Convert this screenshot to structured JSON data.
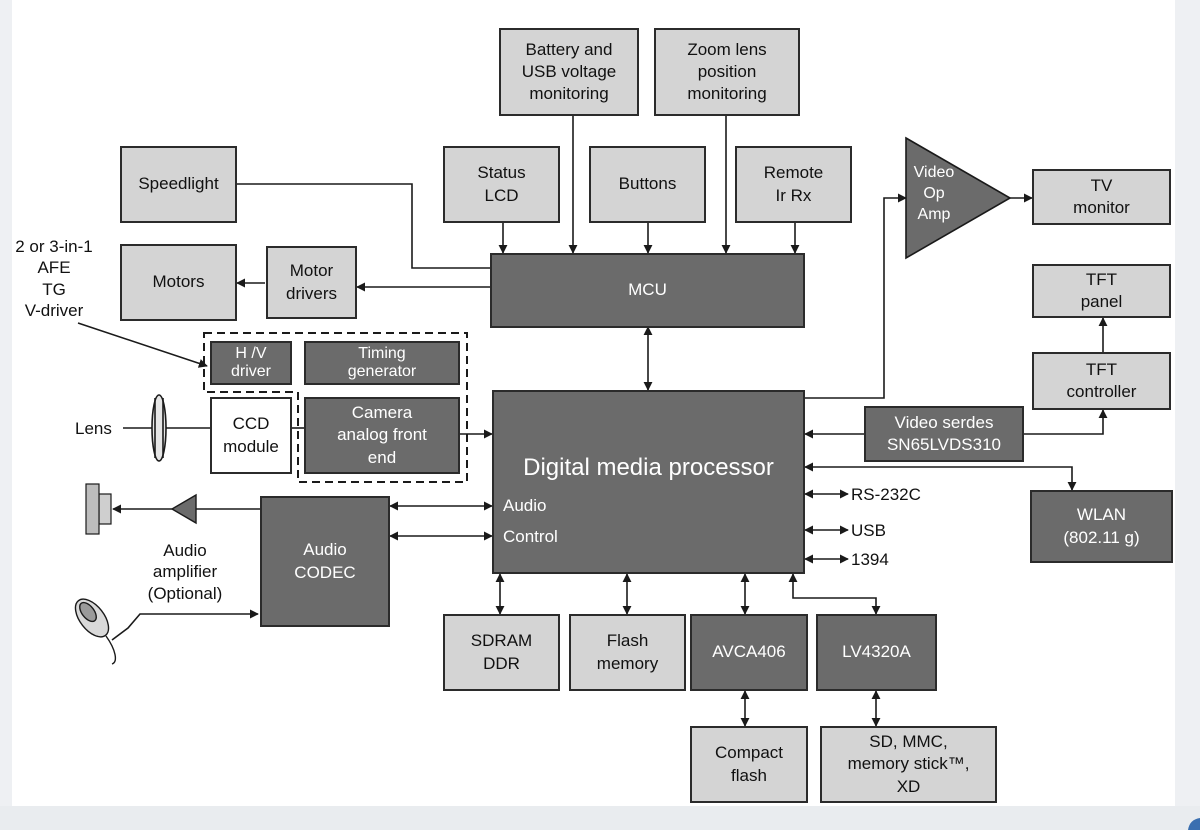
{
  "blocks": {
    "battery": "Battery and\nUSB voltage\nmonitoring",
    "zoom": "Zoom lens\nposition\nmonitoring",
    "status_lcd": "Status\nLCD",
    "buttons": "Buttons",
    "remote": "Remote\nIr Rx",
    "speedlight": "Speedlight",
    "motors": "Motors",
    "motor_drivers": "Motor\ndrivers",
    "mcu": "MCU",
    "hv_driver": "H /V\ndriver",
    "timing_generator": "Timing\ngenerator",
    "ccd_module": "CCD\nmodule",
    "camera_afe": "Camera\nanalog front\nend",
    "dmp": "Digital media processor",
    "dmp_audio": "Audio",
    "dmp_control": "Control",
    "audio_codec": "Audio\nCODEC",
    "sdram": "SDRAM\nDDR",
    "flash": "Flash\nmemory",
    "avca": "AVCA406",
    "lv4320": "LV4320A",
    "compact_flash": "Compact\nflash",
    "sd_mmc": "SD, MMC,\nmemory stick™,\nXD",
    "video_amp": "Video\nOp\nAmp",
    "tv_monitor": "TV\nmonitor",
    "tft_panel": "TFT\npanel",
    "tft_controller": "TFT\ncontroller",
    "video_serdes": "Video serdes\nSN65LVDS310",
    "wlan": "WLAN\n(802.11 g)"
  },
  "labels": {
    "afe_note": "2 or 3-in-1\nAFE\nTG\nV-driver",
    "lens": "Lens",
    "audio_amp": "Audio\namplifier\n(Optional)",
    "rs232": "RS-232C",
    "usb": "USB",
    "ieee1394": "1394"
  },
  "icons": [
    "lens-icon",
    "speaker-icon",
    "amplifier-icon",
    "microphone-icon"
  ],
  "colors": {
    "light_block": "#d4d4d4",
    "dark_block": "#6b6b6b",
    "line": "#1a1a1a"
  }
}
